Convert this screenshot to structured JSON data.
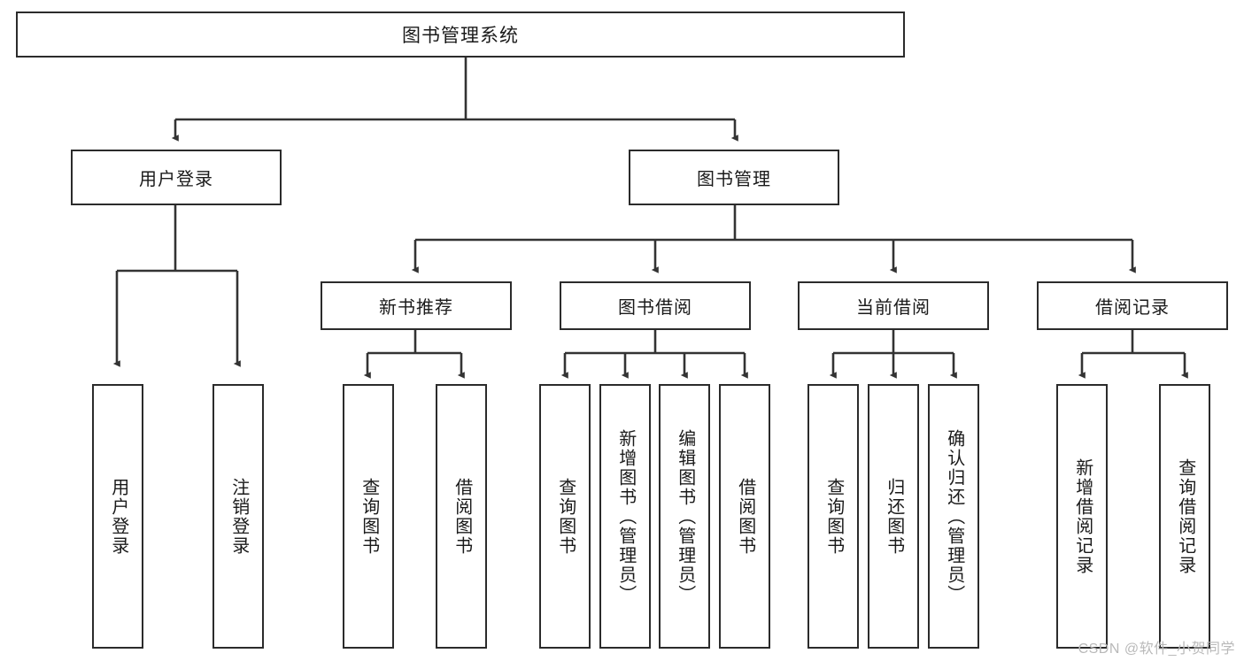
{
  "diagram": {
    "title": "图书管理系统",
    "type": "hierarchy-tree",
    "watermark": "CSDN @软件_小贺同学",
    "colors": {
      "background": "#ffffff",
      "box_border": "#2b2b2b",
      "box_fill": "#ffffff",
      "connector": "#333333",
      "text": "#1a1a1a",
      "watermark": "#b9b9b9"
    },
    "root": {
      "label": "图书管理系统"
    },
    "level2": [
      {
        "id": "user-login",
        "label": "用户登录"
      },
      {
        "id": "book-management",
        "label": "图书管理"
      }
    ],
    "level3": [
      {
        "id": "new-book-recommend",
        "label": "新书推荐",
        "parent": "book-management"
      },
      {
        "id": "book-borrow",
        "label": "图书借阅",
        "parent": "book-management"
      },
      {
        "id": "current-borrow",
        "label": "当前借阅",
        "parent": "book-management"
      },
      {
        "id": "borrow-record",
        "label": "借阅记录",
        "parent": "book-management"
      }
    ],
    "leaves": {
      "user-login": [
        {
          "id": "leaf-user-login",
          "label": "用户登录"
        },
        {
          "id": "leaf-user-logout",
          "label": "注销登录"
        }
      ],
      "new-book-recommend": [
        {
          "id": "leaf-query-book-1",
          "label": "查询图书"
        },
        {
          "id": "leaf-borrow-book-1",
          "label": "借阅图书"
        }
      ],
      "book-borrow": [
        {
          "id": "leaf-query-book-2",
          "label": "查询图书"
        },
        {
          "id": "leaf-add-book",
          "label": "新增图书（管理员）"
        },
        {
          "id": "leaf-edit-book",
          "label": "编辑图书（管理员）"
        },
        {
          "id": "leaf-borrow-book-2",
          "label": "借阅图书"
        }
      ],
      "current-borrow": [
        {
          "id": "leaf-query-book-3",
          "label": "查询图书"
        },
        {
          "id": "leaf-return-book",
          "label": "归还图书"
        },
        {
          "id": "leaf-confirm-return",
          "label": "确认归还（管理员）"
        }
      ],
      "borrow-record": [
        {
          "id": "leaf-add-record",
          "label": "新增借阅记录"
        },
        {
          "id": "leaf-query-record",
          "label": "查询借阅记录"
        }
      ]
    }
  }
}
